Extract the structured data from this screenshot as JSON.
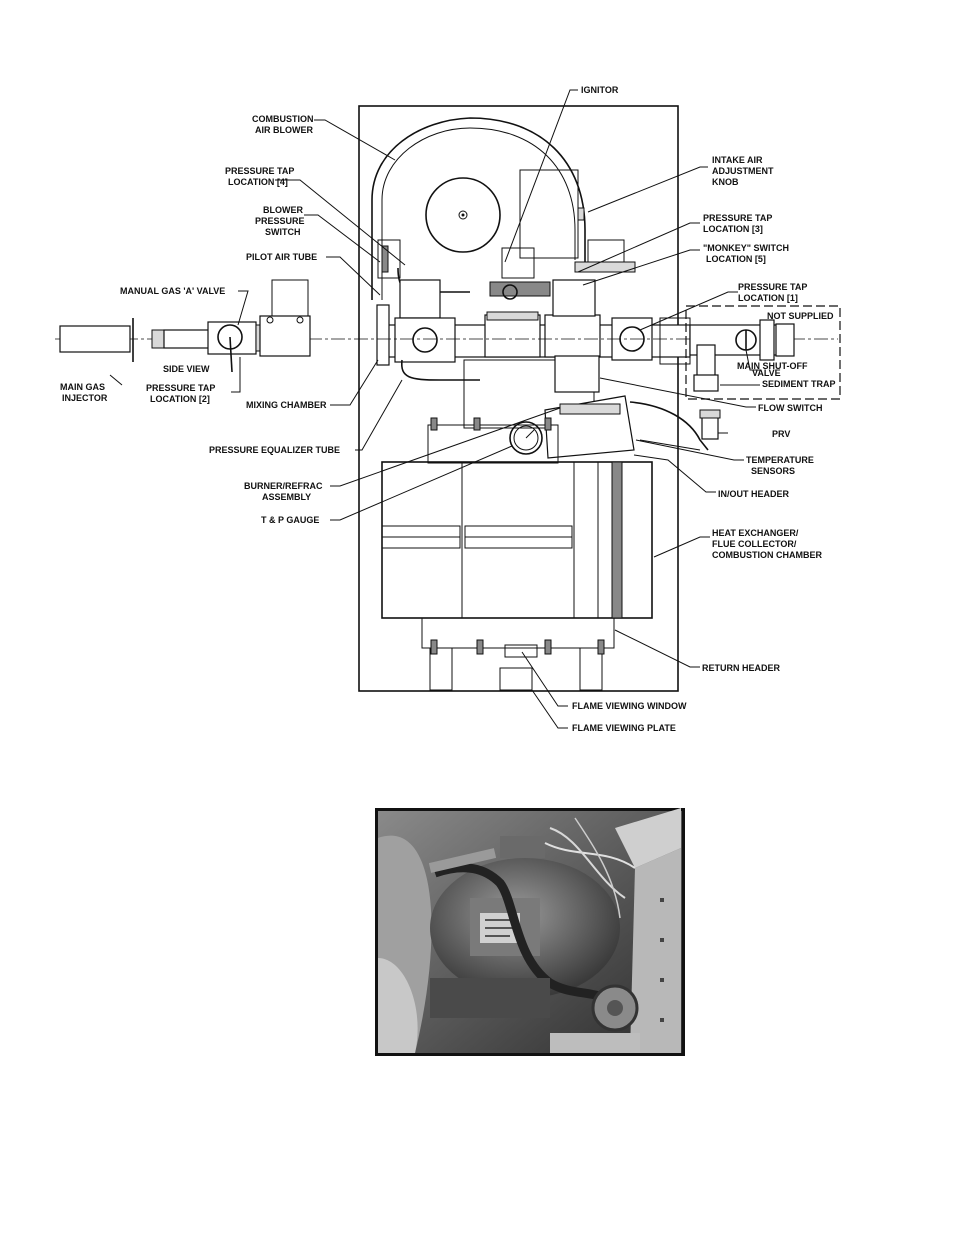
{
  "labels": {
    "ignitor": "IGNITOR",
    "combustion_air_blower_1": "COMBUSTION",
    "combustion_air_blower_2": "AIR BLOWER",
    "pressure_tap_4_1": "PRESSURE TAP",
    "pressure_tap_4_2": "LOCATION [4]",
    "intake_air_1": "INTAKE AIR",
    "intake_air_2": "ADJUSTMENT",
    "intake_air_3": "KNOB",
    "blower_pressure_1": "BLOWER",
    "blower_pressure_2": "PRESSURE",
    "blower_pressure_3": "SWITCH",
    "pressure_tap_3_1": "PRESSURE TAP",
    "pressure_tap_3_2": "LOCATION [3]",
    "pilot_air_tube": "PILOT AIR TUBE",
    "monkey_switch_1": "\"MONKEY\" SWITCH",
    "monkey_switch_2": "LOCATION [5]",
    "manual_gas_valve": "MANUAL GAS 'A' VALVE",
    "pressure_tap_1_1": "PRESSURE TAP",
    "pressure_tap_1_2": "LOCATION [1]",
    "not_supplied": "NOT SUPPLIED",
    "side_view": "SIDE VIEW",
    "main_shutoff_1": "MAIN SHUT-OFF",
    "main_shutoff_2": "VALVE",
    "main_gas_injector_1": "MAIN GAS",
    "main_gas_injector_2": "INJECTOR",
    "pressure_tap_2_1": "PRESSURE TAP",
    "pressure_tap_2_2": "LOCATION [2]",
    "sediment_trap": "SEDIMENT TRAP",
    "mixing_chamber": "MIXING CHAMBER",
    "flow_switch": "FLOW SWITCH",
    "prv": "PRV",
    "pressure_equalizer_tube": "PRESSURE EQUALIZER TUBE",
    "temperature_sensors_1": "TEMPERATURE",
    "temperature_sensors_2": "SENSORS",
    "burner_refrac_1": "BURNER/REFRAC",
    "burner_refrac_2": "ASSEMBLY",
    "in_out_header": "IN/OUT HEADER",
    "tp_gauge": "T & P GAUGE",
    "heat_exchanger_1": "HEAT EXCHANGER/",
    "heat_exchanger_2": "FLUE COLLECTOR/",
    "heat_exchanger_3": "COMBUSTION CHAMBER",
    "return_header": "RETURN HEADER",
    "flame_viewing_window": "FLAME VIEWING WINDOW",
    "flame_viewing_plate": "FLAME VIEWING PLATE"
  }
}
